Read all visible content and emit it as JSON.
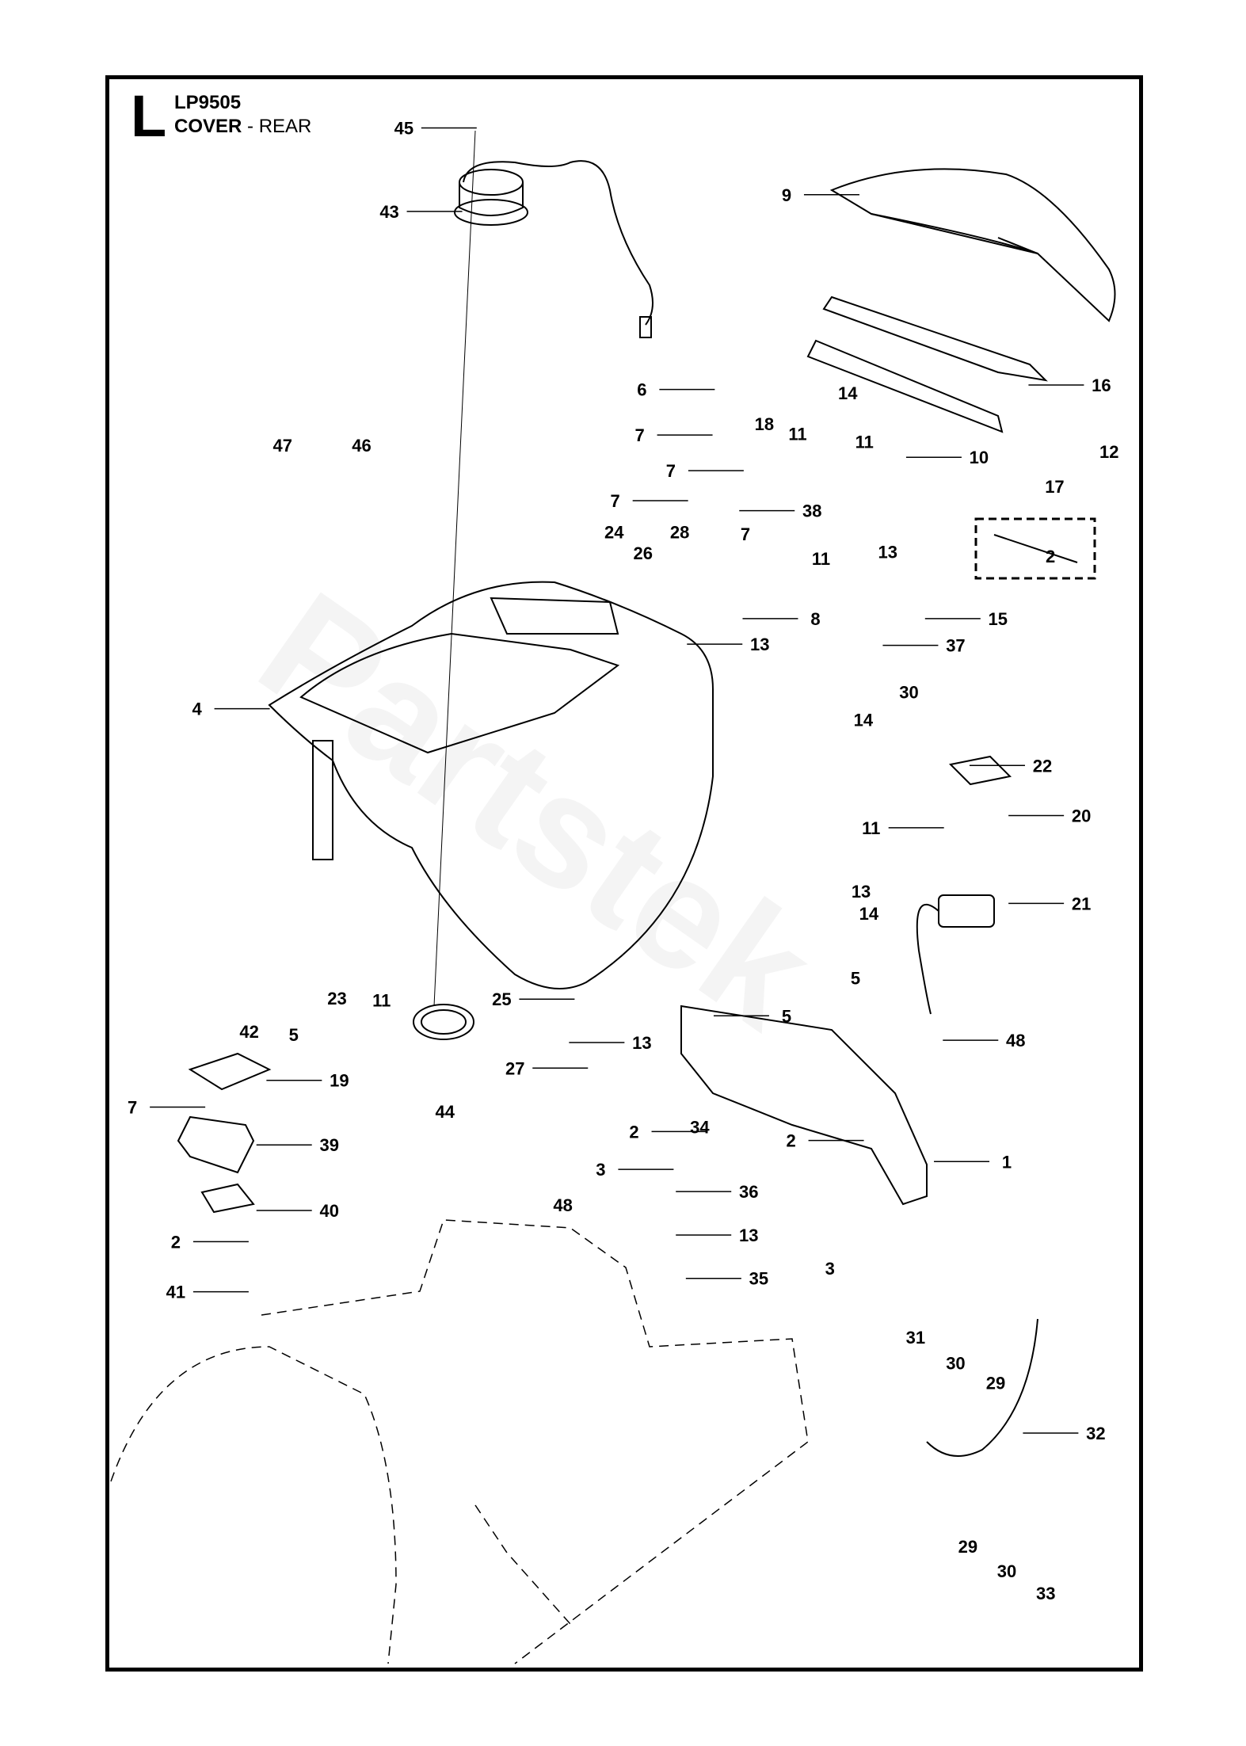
{
  "header": {
    "section_letter": "L",
    "model": "LP9505",
    "title_bold": "COVER",
    "title_rest": " - REAR"
  },
  "watermark": "Partstek",
  "callouts": [
    "45",
    "43",
    "9",
    "6",
    "18",
    "14",
    "16",
    "7",
    "7",
    "11",
    "11",
    "10",
    "17",
    "12",
    "47",
    "46",
    "7",
    "38",
    "24",
    "26",
    "28",
    "7",
    "13",
    "11",
    "8",
    "15",
    "13",
    "37",
    "30",
    "14",
    "4",
    "22",
    "20",
    "11",
    "13",
    "14",
    "21",
    "42",
    "5",
    "23",
    "11",
    "25",
    "5",
    "5",
    "48",
    "13",
    "27",
    "44",
    "19",
    "7",
    "39",
    "34",
    "2",
    "2",
    "1",
    "3",
    "40",
    "36",
    "48",
    "13",
    "2",
    "3",
    "35",
    "41",
    "31",
    "30",
    "29",
    "32",
    "29",
    "30",
    "33"
  ],
  "subassembly_note": "2",
  "colors": {
    "line": "#000000",
    "background": "#ffffff"
  }
}
